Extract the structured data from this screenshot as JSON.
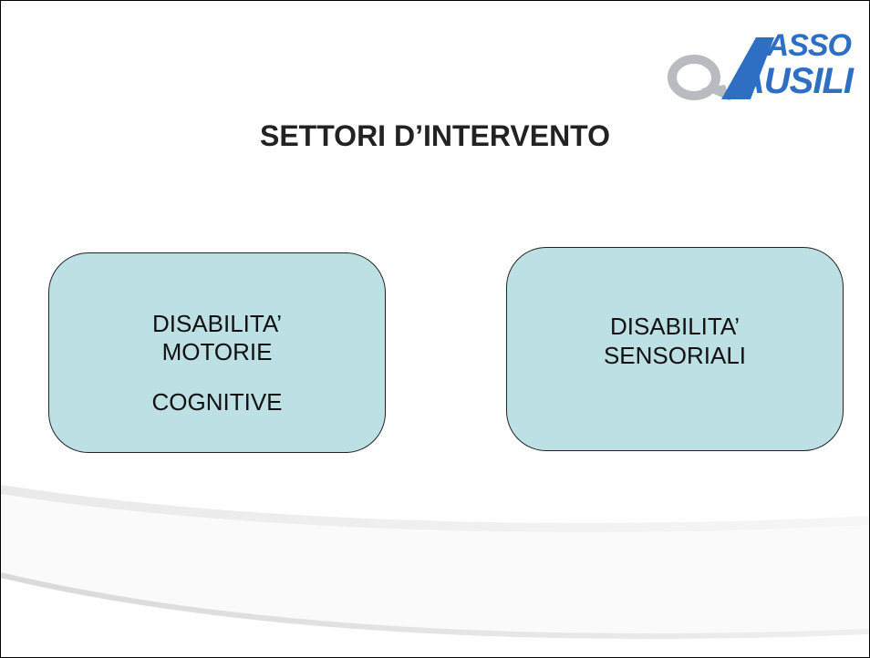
{
  "slide": {
    "title": "SETTORI D’INTERVENTO",
    "logo": {
      "top_text": "ASSO",
      "bottom_text": "AUSILI",
      "accent": "#2e6fc4",
      "mark": "#b8bcc0"
    },
    "boxes": [
      {
        "lines": [
          "DISABILITA’",
          "MOTORIE",
          "COGNITIVE"
        ]
      },
      {
        "lines": [
          "DISABILITA’",
          "SENSORIALI"
        ]
      }
    ],
    "colors": {
      "box_fill": "#bde0e4",
      "swoosh": "#e8e8e8"
    }
  }
}
